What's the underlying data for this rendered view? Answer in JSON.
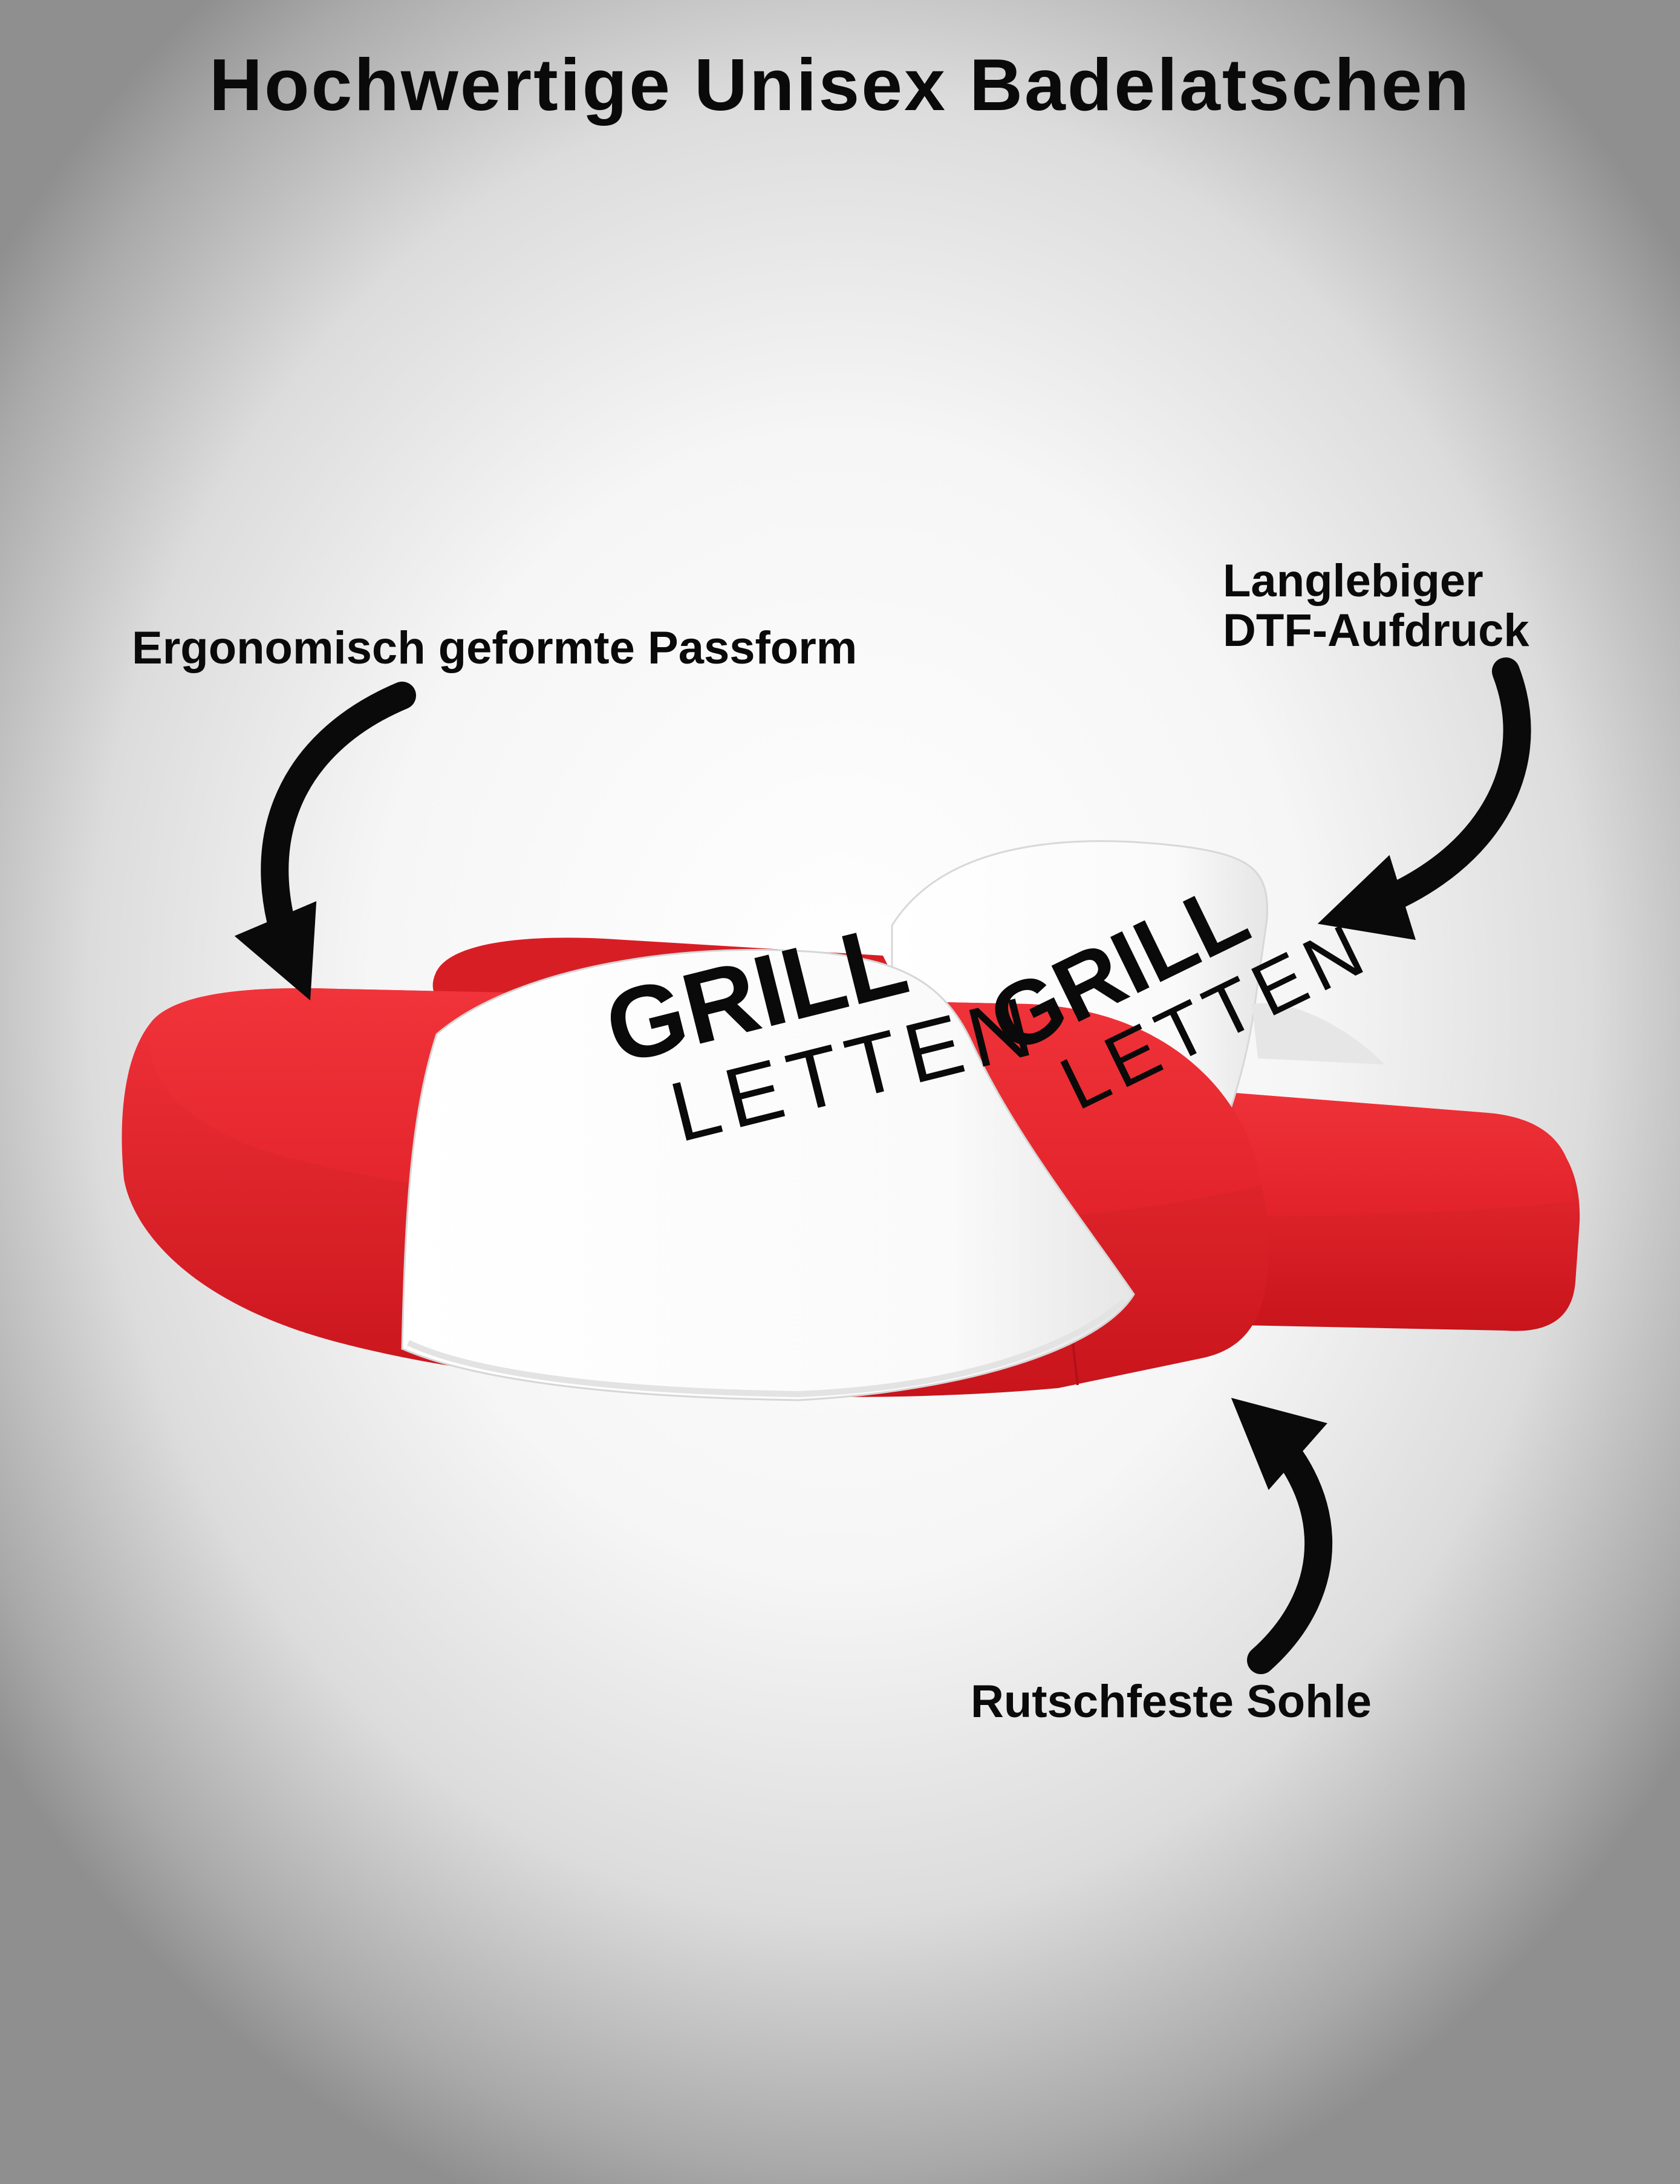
{
  "title": "Hochwertige Unisex Badelatschen",
  "callouts": {
    "ergonomic": "Ergonomisch geformte Passform",
    "print_line1": "Langlebiger",
    "print_line2": "DTF-Aufdruck",
    "sole": "Rutschfeste Sohle"
  },
  "print": {
    "line1": "GRILL",
    "line2": "LETTEN"
  },
  "colors": {
    "sole_red": "#e8232a",
    "strap_white": "#ffffff",
    "ink": "#0a0a0a"
  },
  "icons": [
    "curved-arrow-icon",
    "slide-sandal-icon"
  ]
}
